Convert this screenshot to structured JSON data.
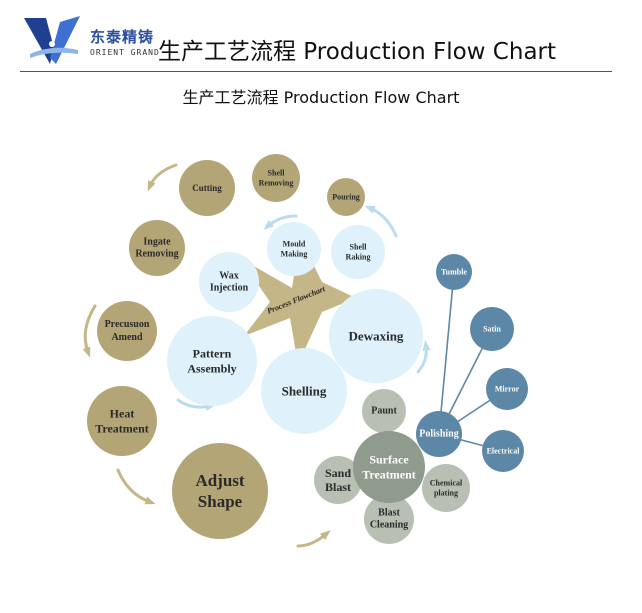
{
  "header": {
    "logo_cn": "东泰精铸",
    "logo_en": "ORIENT GRAND",
    "title": "生产工艺流程  Production Flow Chart"
  },
  "subtitle": "生产工艺流程  Production Flow Chart",
  "colors": {
    "tan": "#b4a576",
    "light_blue": "#dff1fa",
    "steel_blue": "#5c87a6",
    "gray_green": "#b7c0b3",
    "dark_gray_green": "#8f9b8c",
    "star": "#c4b687",
    "arrow_tan": "#c4b687",
    "arrow_blue": "#b9dcef"
  },
  "center_label": "Process Flowchart",
  "outer_steps": [
    {
      "id": "cutting",
      "label": [
        "Cutting"
      ]
    },
    {
      "id": "shell-removing",
      "label": [
        "Shell",
        "Removing"
      ]
    },
    {
      "id": "pouring",
      "label": [
        "Pouring"
      ]
    },
    {
      "id": "ingate-removing",
      "label": [
        "Ingate",
        "Removing"
      ]
    },
    {
      "id": "precusuon-amend",
      "label": [
        "Precusuon",
        "Amend"
      ]
    },
    {
      "id": "heat-treatment",
      "label": [
        "Heat",
        "Treatment"
      ]
    },
    {
      "id": "adjust-shape",
      "label": [
        "Adjust",
        "Shape"
      ]
    }
  ],
  "inner_steps": [
    {
      "id": "mould-making",
      "label": [
        "Mould",
        "Making"
      ]
    },
    {
      "id": "shell-raking",
      "label": [
        "Shell",
        "Raking"
      ]
    },
    {
      "id": "wax-injection",
      "label": [
        "Wax",
        "Injection"
      ]
    },
    {
      "id": "dewaxing",
      "label": [
        "Dewaxing"
      ]
    },
    {
      "id": "pattern-assembly",
      "label": [
        "Pattern",
        "Assembly"
      ]
    },
    {
      "id": "shelling",
      "label": [
        "Shelling"
      ]
    }
  ],
  "surface": {
    "center": {
      "id": "surface-treatment",
      "label": [
        "Surface",
        "Treatment"
      ]
    },
    "items": [
      {
        "id": "paunt",
        "label": [
          "Paunt"
        ]
      },
      {
        "id": "sand-blast",
        "label": [
          "Sand",
          "Blast"
        ]
      },
      {
        "id": "chemical-plating",
        "label": [
          "Chemical",
          "plating"
        ]
      },
      {
        "id": "blast-cleaning",
        "label": [
          "Blast",
          "Cleaning"
        ]
      }
    ]
  },
  "polishing": {
    "center": {
      "id": "polishing",
      "label": [
        "Polishing"
      ]
    },
    "items": [
      {
        "id": "tumble",
        "label": [
          "Tumble"
        ]
      },
      {
        "id": "satin",
        "label": [
          "Satin"
        ]
      },
      {
        "id": "mirror",
        "label": [
          "Mirror"
        ]
      },
      {
        "id": "electrical",
        "label": [
          "Electrical"
        ]
      }
    ]
  }
}
